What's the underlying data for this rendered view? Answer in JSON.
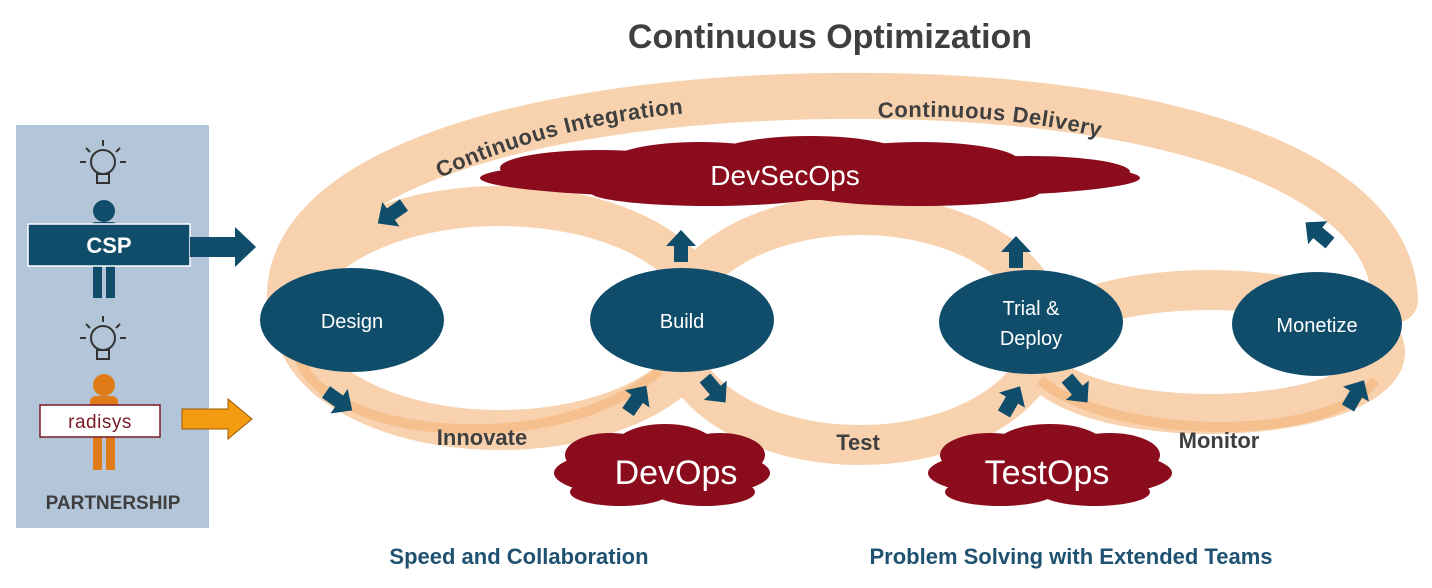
{
  "title": "Continuous Optimization",
  "sidebar": {
    "csp_label": "CSP",
    "partner_label": "radisys",
    "caption": "PARTNERSHIP"
  },
  "arcs": {
    "integration": "Continuous Integration",
    "delivery": "Continuous Delivery"
  },
  "clouds": {
    "devsecops": "DevSecOps",
    "devops": "DevOps",
    "testops": "TestOps"
  },
  "stages": {
    "design": "Design",
    "build": "Build",
    "trial_line1": "Trial &",
    "trial_line2": "Deploy",
    "monetize": "Monetize"
  },
  "loop_labels": {
    "innovate": "Innovate",
    "test": "Test",
    "monitor": "Monitor"
  },
  "captions": {
    "left": "Speed and Collaboration",
    "right": "Problem Solving with Extended Teams"
  },
  "colors": {
    "node_fill": "#0f4d6b",
    "cloud_fill": "#8b0d1d",
    "loop_fill": "#f7c9a0",
    "sidebar_fill": "#b3c5d8",
    "csp_person": "#0f4d6b",
    "partner_person": "#e07b1a",
    "caption_text": "#1f5170"
  }
}
